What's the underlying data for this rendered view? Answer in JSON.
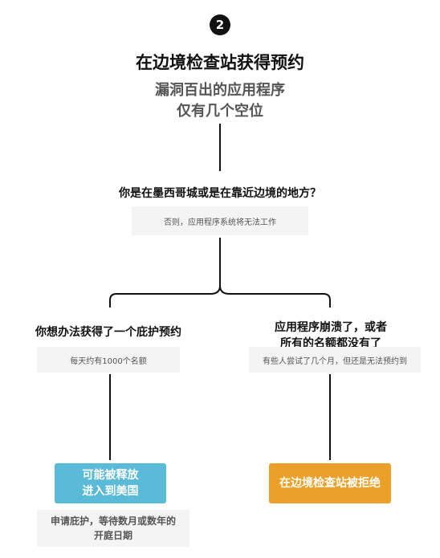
{
  "step": {
    "number": "2"
  },
  "header": {
    "title": "在边境检查站获得预约",
    "subtitle_line1": "漏洞百出的应用程序",
    "subtitle_line2": "仅有几个空位"
  },
  "question": {
    "text": "你是在墨西哥城或是在靠近边境的地方？",
    "note": "否则，应用程序系统将无法工作"
  },
  "left_branch": {
    "title": "你想办法获得了一个庇护预约",
    "note": "每天约有1000个名额",
    "outcome": {
      "line1": "可能被释放",
      "line2": "进入到美国",
      "color": "#5bbad8"
    },
    "followup": {
      "line1": "申请庇护，等待数月或数年的",
      "line2": "开庭日期"
    }
  },
  "right_branch": {
    "title_line1": "应用程序崩溃了，或者",
    "title_line2": "所有的名额都没有了",
    "note": "有些人尝试了几个月，但还是无法预约到",
    "outcome": {
      "label": "在边境检查站被拒绝",
      "color": "#eba029"
    }
  }
}
